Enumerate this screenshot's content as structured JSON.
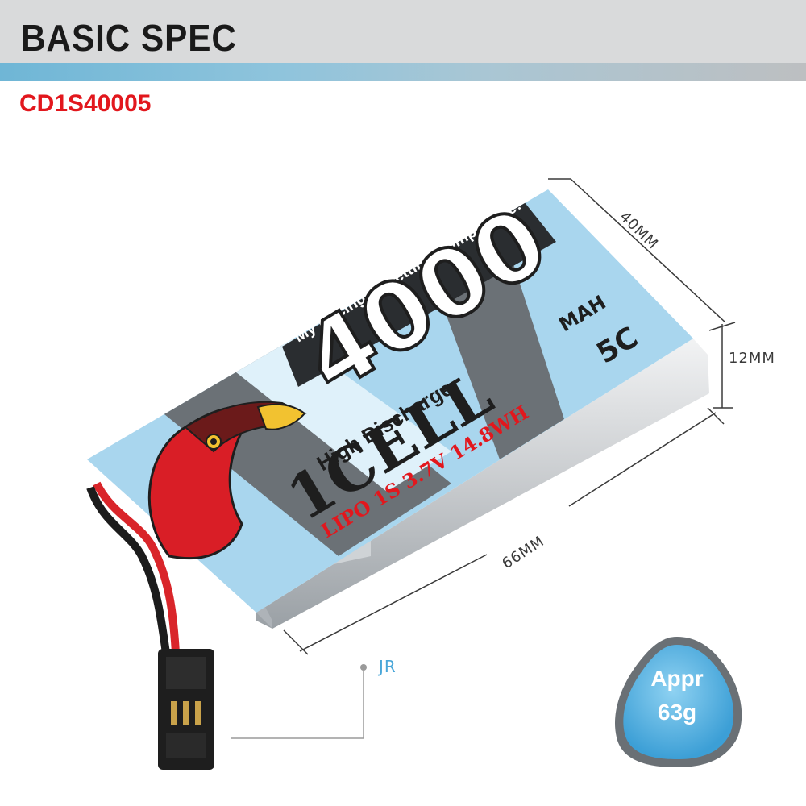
{
  "header": {
    "title": "BASIC SPEC"
  },
  "product": {
    "model": "CD1S40005"
  },
  "label": {
    "slogan": "My Racing is Getting Competitive!",
    "capacity": "4000",
    "capacity_unit": "MAH",
    "c_rating": "5C",
    "tagline": "High Discharge",
    "brand": "1CELL",
    "specs": "LIPO 1S  3.7V  14.8WH"
  },
  "dimensions": {
    "width": "40MM",
    "height": "12MM",
    "length": "66MM"
  },
  "connector": {
    "type": "JR"
  },
  "weight": {
    "prefix": "Appr",
    "value": "63g"
  },
  "colors": {
    "accent_blue": "#4aa7d9",
    "brand_red": "#e2171d",
    "label_light_blue": "#a9d6ee",
    "label_gray": "#6b7176"
  }
}
